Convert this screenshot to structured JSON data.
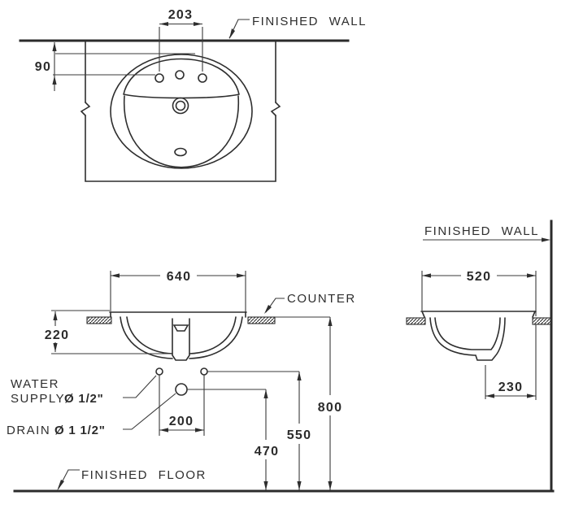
{
  "top_view": {
    "wall_label": "FINISHED WALL",
    "dim_hole_spacing": "203",
    "dim_holes_offset": "90"
  },
  "front_view": {
    "dim_width": "640",
    "dim_depth": "220",
    "counter_label": "COUNTER",
    "supply_label_line1": "WATER",
    "supply_label_line2": "SUPPLY",
    "supply_size": "Ø 1/2\"",
    "drain_label": "DRAIN",
    "drain_size": "Ø 1 1/2\"",
    "dim_supply_spacing": "200",
    "dim_drain_height": "470",
    "dim_supply_height": "550",
    "dim_counter_height": "800",
    "floor_label": "FINISHED FLOOR"
  },
  "side_view": {
    "wall_label": "FINISHED WALL",
    "dim_width": "520",
    "dim_drain_offset": "230"
  },
  "colors": {
    "line": "#2e2e2e",
    "background": "#ffffff"
  }
}
